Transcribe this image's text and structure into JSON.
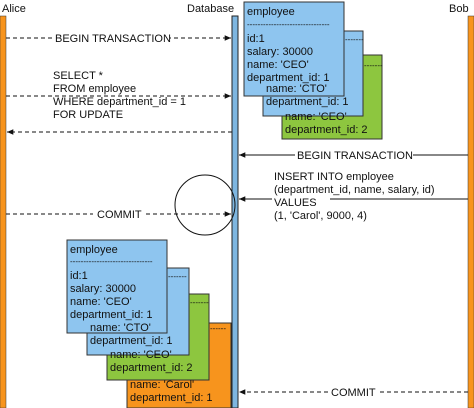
{
  "participants": {
    "alice": "Alice",
    "database": "Database",
    "bob": "Bob"
  },
  "colors": {
    "alice_lifeline": "#f7941d",
    "bob_lifeline": "#f7941d",
    "database_lifeline": "#7eb6e0",
    "card_blue": "#8ec5ef",
    "card_green": "#8dc63f",
    "card_orange": "#f7941d"
  },
  "messages": {
    "alice_begin": "BEGIN TRANSACTION",
    "alice_select": [
      "SELECT *",
      "FROM employee",
      "WHERE department_id = 1",
      "FOR UPDATE"
    ],
    "bob_begin": "BEGIN TRANSACTION",
    "bob_insert": [
      "INSERT INTO employee",
      "(department_id, name, salary, id)",
      "VALUES",
      "(1, 'Carol', 9000, 4)"
    ],
    "alice_commit": "COMMIT",
    "bob_commit": "COMMIT"
  },
  "table_top": {
    "header": "employee",
    "separator": "-------------------------------",
    "row1": [
      "id:1",
      "salary: 30000",
      "name: 'CEO'",
      "department_id: 1"
    ],
    "row2": [
      "name: 'CTO'",
      "department_id: 1"
    ],
    "row3": [
      "name: 'CEO'",
      "department_id: 2"
    ]
  },
  "table_bottom": {
    "header": "employee",
    "separator": "-------------------------------",
    "row1": [
      "id:1",
      "salary: 30000",
      "name: 'CEO'",
      "department_id: 1"
    ],
    "row2": [
      "name: 'CTO'",
      "department_id: 1"
    ],
    "row3": [
      "name: 'CEO'",
      "department_id: 2"
    ],
    "row4": [
      "name: 'Carol'",
      "department_id: 1"
    ]
  }
}
